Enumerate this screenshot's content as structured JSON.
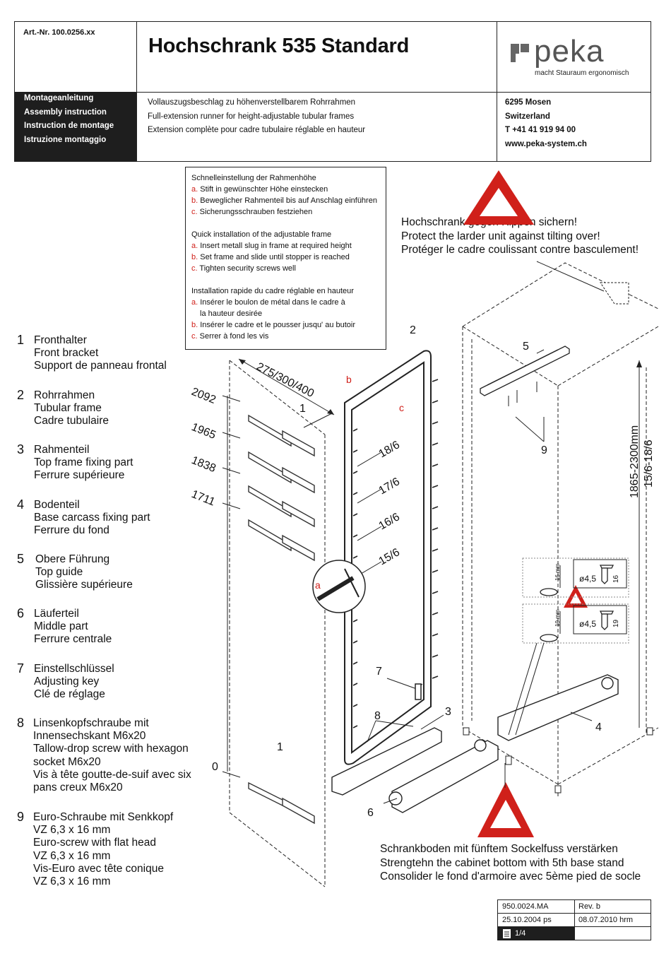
{
  "header": {
    "art_nr": "Art.-Nr. 100.0256.xx",
    "title": "Hochschrank 535 Standard",
    "brand": "peka",
    "tagline": "macht Stauraum ergonomisch",
    "doc_types": [
      "Montageanleitung",
      "Assembly instruction",
      "Instruction de montage",
      "Istruzione montaggio"
    ],
    "description": [
      "Vollauszugsbeschlag zu höhenverstellbarem Rohrrahmen",
      "Full-extension runner for height-adjustable tubular frames",
      "Extension complète pour cadre tubulaire réglable en hauteur"
    ],
    "address": [
      "6295 Mosen",
      "Switzerland",
      "T +41 41 919 94 00",
      "www.peka-system.ch"
    ]
  },
  "instructions": {
    "de_title": "Schnelleinstellung der Rahmenhöhe",
    "de": [
      {
        "letter": "a.",
        "text": " Stift in gewünschter Höhe einstecken"
      },
      {
        "letter": "b.",
        "text": " Beweglicher Rahmenteil bis auf Anschlag einführen"
      },
      {
        "letter": "c.",
        "text": " Sicherungsschrauben festziehen"
      }
    ],
    "en_title": "Quick installation of the adjustable frame",
    "en": [
      {
        "letter": "a.",
        "text": " Insert metall slug in frame at required height"
      },
      {
        "letter": "b.",
        "text": " Set frame and slide until stopper is reached"
      },
      {
        "letter": "c.",
        "text": " Tighten security screws well"
      }
    ],
    "fr_title": "Installation rapide du cadre réglable en hauteur",
    "fr_a1": "a.",
    "fr_a1_text": " Insérer le boulon de métal dans le cadre à",
    "fr_a2": "la hauteur desirée",
    "fr_b": "b.",
    "fr_b_text": " Insérer le cadre et le pousser jusqu' au butoir",
    "fr_c": "c.",
    "fr_c_text": " Serrer à fond les vis"
  },
  "warning_top": [
    "Hochschrank gegen Kippen sichern!",
    "Protect the larder unit against tilting over!",
    "Protéger le cadre coulissant contre basculement!"
  ],
  "warning_bottom": [
    "Schrankboden mit fünftem Sockelfuss verstärken",
    "Strengtehn the cabinet bottom with 5th base stand",
    "Consolider le fond d'armoire avec 5ème pied de socle"
  ],
  "parts": [
    {
      "num": "1",
      "lines": [
        "Fronthalter",
        "Front bracket",
        "Support de panneau frontal"
      ]
    },
    {
      "num": "2",
      "lines": [
        "Rohrrahmen",
        "Tubular frame",
        "Cadre tubulaire"
      ]
    },
    {
      "num": "3",
      "lines": [
        "Rahmenteil",
        "Top frame fixing part",
        "Ferrure supérieure"
      ]
    },
    {
      "num": "4",
      "lines": [
        "Bodenteil",
        "Base carcass fixing part",
        "Ferrure du fond"
      ]
    },
    {
      "num": "5",
      "lines": [
        "Obere Führung",
        "Top guide",
        "Glissière supérieure"
      ]
    },
    {
      "num": "6",
      "lines": [
        "Läuferteil",
        "Middle part",
        "Ferrure centrale"
      ]
    },
    {
      "num": "7",
      "lines": [
        "Einstellschlüssel",
        "Adjusting key",
        "Clé de réglage"
      ]
    },
    {
      "num": "8",
      "lines": [
        "Linsenkopfschraube mit",
        "Innensechskant M6x20",
        "Tallow-drop screw with hexagon",
        "socket M6x20",
        "Vis à tête goutte-de-suif avec six",
        "pans creux M6x20"
      ]
    },
    {
      "num": "9",
      "lines": [
        "Euro-Schraube mit Senkkopf",
        "VZ 6,3 x 16 mm",
        "Euro-screw with flat head",
        "VZ 6,3 x 16 mm",
        "Vis-Euro avec tête conique",
        "VZ 6,3 x 16 mm"
      ]
    }
  ],
  "drawing": {
    "depth_label": "275/300/400",
    "heights": [
      "2092",
      "1965",
      "1838",
      "1711",
      "0"
    ],
    "frame_positions": [
      "18/6",
      "17/6",
      "16/6",
      "15/6"
    ],
    "height_range": "1865-2300mm",
    "height_range_pos": "15/6-18/6",
    "callouts": [
      "1",
      "2",
      "3",
      "4",
      "5",
      "6",
      "7",
      "8",
      "9",
      "1"
    ],
    "letters": [
      "a",
      "b",
      "c"
    ],
    "screw_a_dia": "ø4,5",
    "screw_a_len": "16",
    "screw_a_dist": "16 mm",
    "screw_b_dia": "ø4,5",
    "screw_b_len": "19",
    "screw_b_dist": "19 mm"
  },
  "footer": {
    "doc_no": "950.0024.MA",
    "rev": "Rev. b",
    "date1": "25.10.2004 ps",
    "date2": "08.07.2010 hrm",
    "page": "1/4"
  },
  "colors": {
    "warning_red": "#d0201a",
    "dark": "#1e1e1e",
    "logo_grey": "#555555"
  }
}
